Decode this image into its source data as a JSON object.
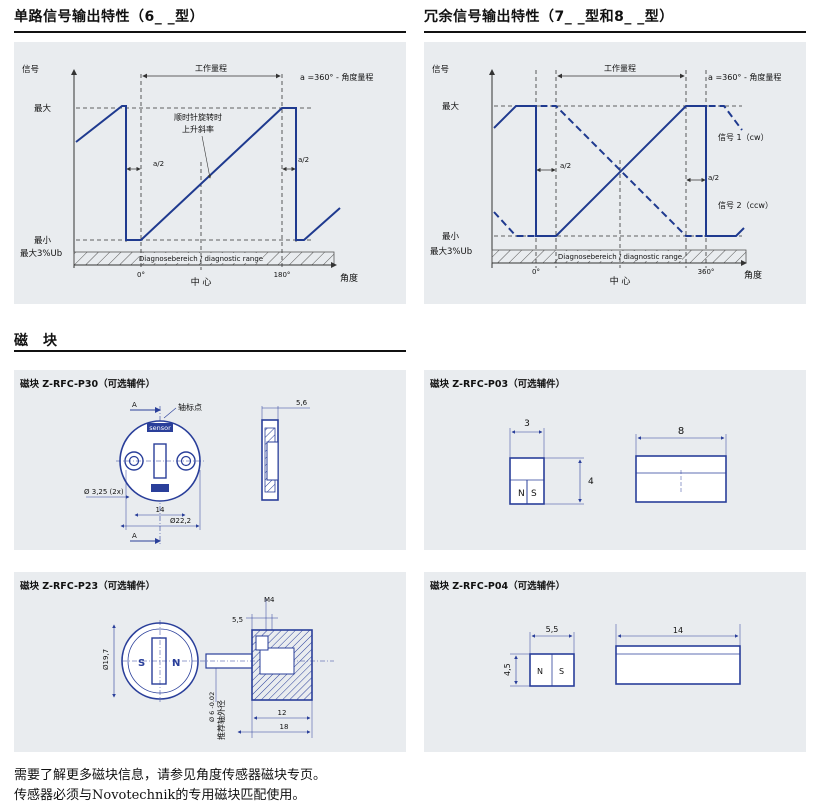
{
  "sections": {
    "single_title": "单路信号输出特性（6_ _型）",
    "redundant_title": "冗余信号输出特性（7_ _型和8_ _型）",
    "magnet_title": "磁　块"
  },
  "chart_labels": {
    "signal": "信号",
    "max": "最大",
    "min": "最小",
    "max_3ub": "最大3%Ub",
    "working_range": "工作量程",
    "a_360": "a =360° - 角度量程",
    "a2": "a/2",
    "diagnostic": "Diagnosebereich / diagnostic range",
    "deg0": "0°",
    "deg180": "180°",
    "deg360": "360°",
    "center": "中 心",
    "angle": "角度",
    "cw_line1": "顺时针旋转时",
    "cw_line2": "上升斜率",
    "sig1": "信号 1（cw）",
    "sig2": "信号 2（ccw）"
  },
  "magnets": {
    "p30": {
      "caption": "磁块 Z-RFC-P30（可选辅件）",
      "axis_mark": "轴标点",
      "label_A": "A",
      "dim_56": "5,6",
      "dim_325": "Ø 3,25 (2x)",
      "dim_14": "14",
      "dim_222": "Ø22,2",
      "brand": "sensor"
    },
    "p03": {
      "caption": "磁块 Z-RFC-P03（可选辅件）",
      "dim_3": "3",
      "dim_4": "4",
      "dim_8": "8",
      "n": "N",
      "s": "S"
    },
    "p23": {
      "caption": "磁块 Z-RFC-P23（可选辅件）",
      "dim_197": "Ø19,7",
      "dim_m4": "M4",
      "dim_55": "5,5",
      "dim_6": "Ø 6 -0.02",
      "shaft_label": "推荐轴外径",
      "dim_12": "12",
      "dim_18": "18",
      "n": "N",
      "s": "S"
    },
    "p04": {
      "caption": "磁块 Z-RFC-P04（可选辅件）",
      "dim_55": "5,5",
      "dim_45": "4,5",
      "dim_14": "14",
      "n": "N",
      "s": "S"
    }
  },
  "footer": {
    "line1": "需要了解更多磁块信息，请参见角度传感器磁块专页。",
    "line2": "传感器必须与Novotechnik的专用磁块匹配使用。"
  },
  "colors": {
    "panel_bg": "#e9ecef",
    "line_blue": "#1f3a8f",
    "dim_blue": "#2a3f9a",
    "hatch": "#555555"
  }
}
